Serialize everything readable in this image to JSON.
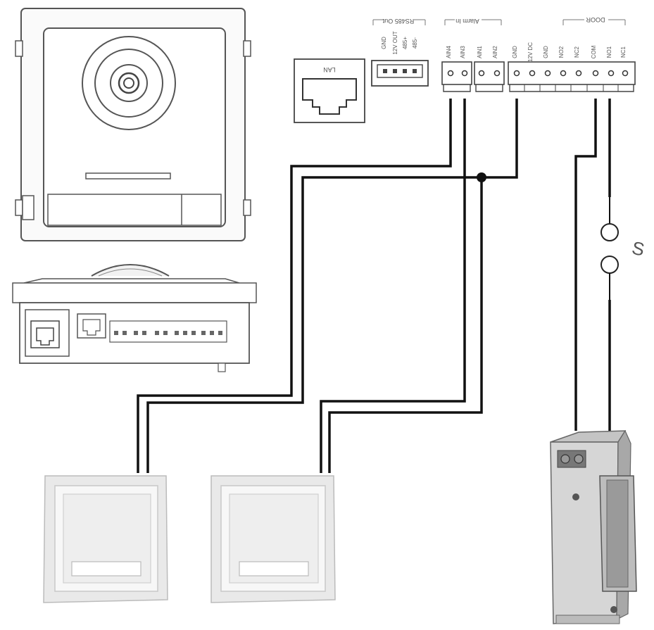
{
  "lan_label": "LAN",
  "rs485": {
    "group_label": "RS485 Out",
    "pins": [
      "GND",
      "12V OUT",
      "485+",
      "485-"
    ]
  },
  "alarm": {
    "group_label": "Alarm In",
    "pins": [
      "AIN4",
      "AIN3",
      "AIN1",
      "AIN2"
    ]
  },
  "power_pins": [
    "GND",
    "12V DC",
    "GND"
  ],
  "door": {
    "group_label": "DOOR",
    "pins": [
      "NO2",
      "NC2",
      "COM",
      "NO1",
      "NC1"
    ]
  },
  "switch_symbol": "S"
}
